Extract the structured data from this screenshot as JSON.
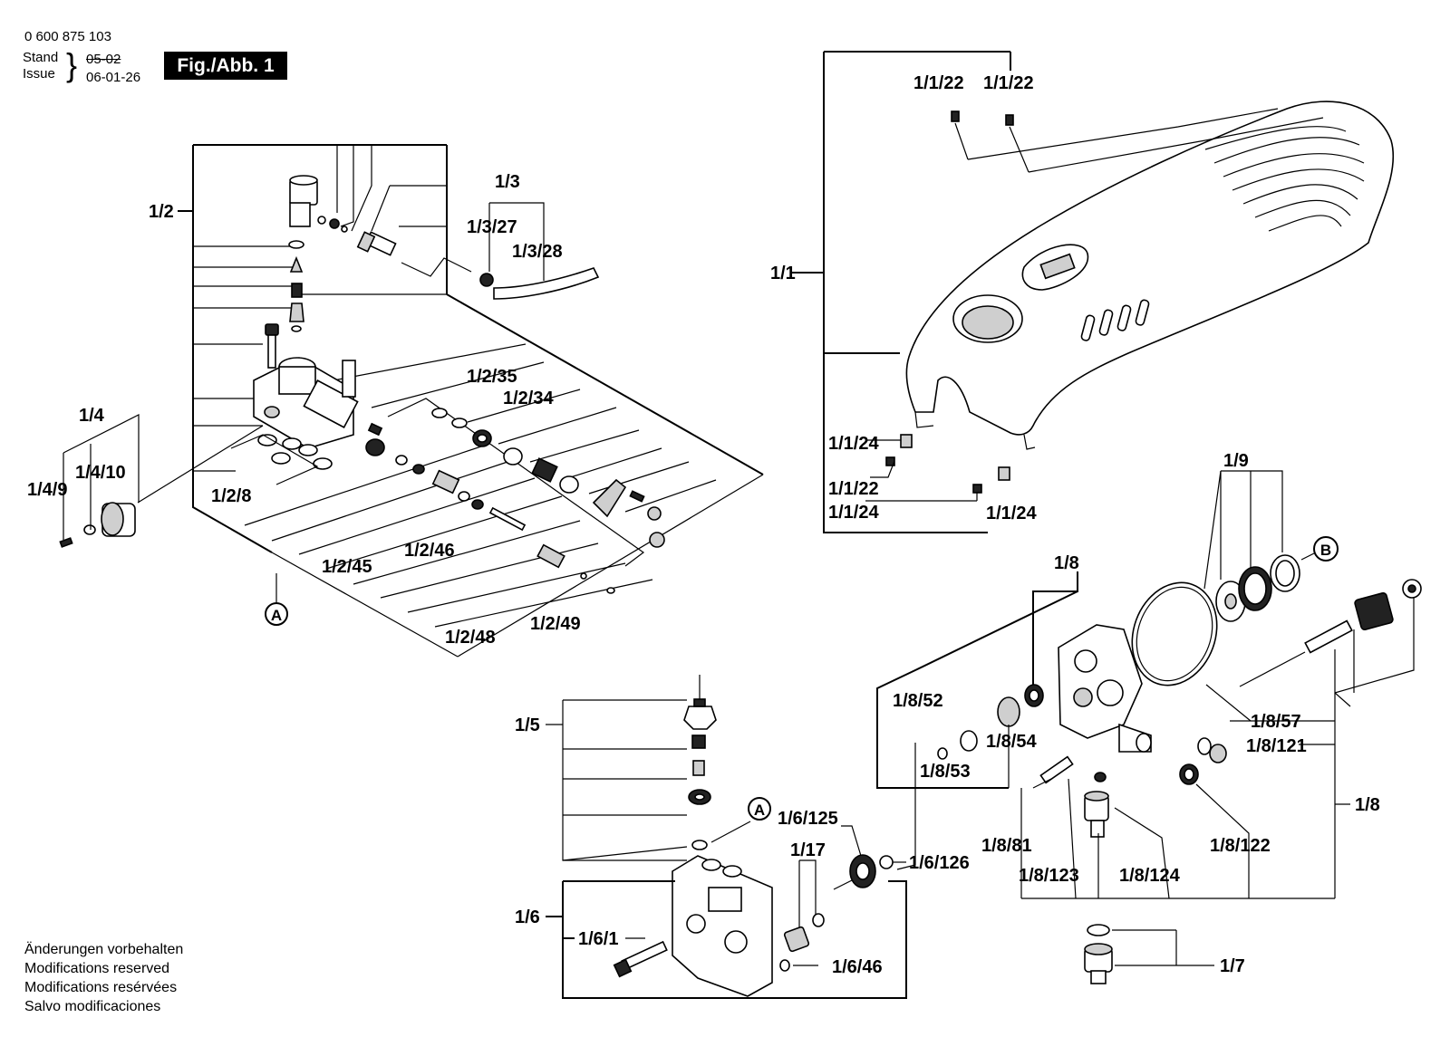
{
  "header": {
    "drawing_number": "0 600 875 103",
    "stand_label": "Stand",
    "issue_label": "Issue",
    "stand_date": "05-02",
    "issue_date": "06-01-26",
    "figure_badge": "Fig./Abb. 1"
  },
  "notes": [
    "Änderungen vorbehalten",
    "Modifications reserved",
    "Modifications resérvées",
    "Salvo modificaciones"
  ],
  "callouts": {
    "group_1_1": "1/1",
    "c_1_1_22_a": "1/1/22",
    "c_1_1_22_b": "1/1/22",
    "c_1_1_24_a": "1/1/24",
    "c_1_1_22_c": "1/1/22",
    "c_1_1_24_b": "1/1/24",
    "c_1_1_24_c": "1/1/24",
    "group_1_2": "1/2",
    "group_1_3": "1/3",
    "c_1_3_27": "1/3/27",
    "c_1_3_28": "1/3/28",
    "c_1_2_35": "1/2/35",
    "c_1_2_34": "1/2/34",
    "group_1_4": "1/4",
    "c_1_4_10": "1/4/10",
    "c_1_4_9": "1/4/9",
    "c_1_2_8": "1/2/8",
    "c_1_2_45": "1/2/45",
    "c_1_2_46": "1/2/46",
    "c_1_2_48": "1/2/48",
    "c_1_2_49": "1/2/49",
    "marker_a_top": "A",
    "marker_a_bottom": "A",
    "marker_b": "B",
    "group_1_9": "1/9",
    "group_1_8_top": "1/8",
    "c_1_8_52": "1/8/52",
    "c_1_8_54": "1/8/54",
    "c_1_8_53": "1/8/53",
    "c_1_8_57": "1/8/57",
    "c_1_8_121": "1/8/121",
    "group_1_8_right": "1/8",
    "c_1_8_81": "1/8/81",
    "c_1_8_123": "1/8/123",
    "c_1_8_124": "1/8/124",
    "c_1_8_122": "1/8/122",
    "group_1_5": "1/5",
    "c_1_6_125": "1/6/125",
    "c_1_17": "1/17",
    "c_1_6_126": "1/6/126",
    "group_1_6": "1/6",
    "c_1_6_1": "1/6/1",
    "c_1_6_46": "1/6/46",
    "group_1_7": "1/7"
  }
}
